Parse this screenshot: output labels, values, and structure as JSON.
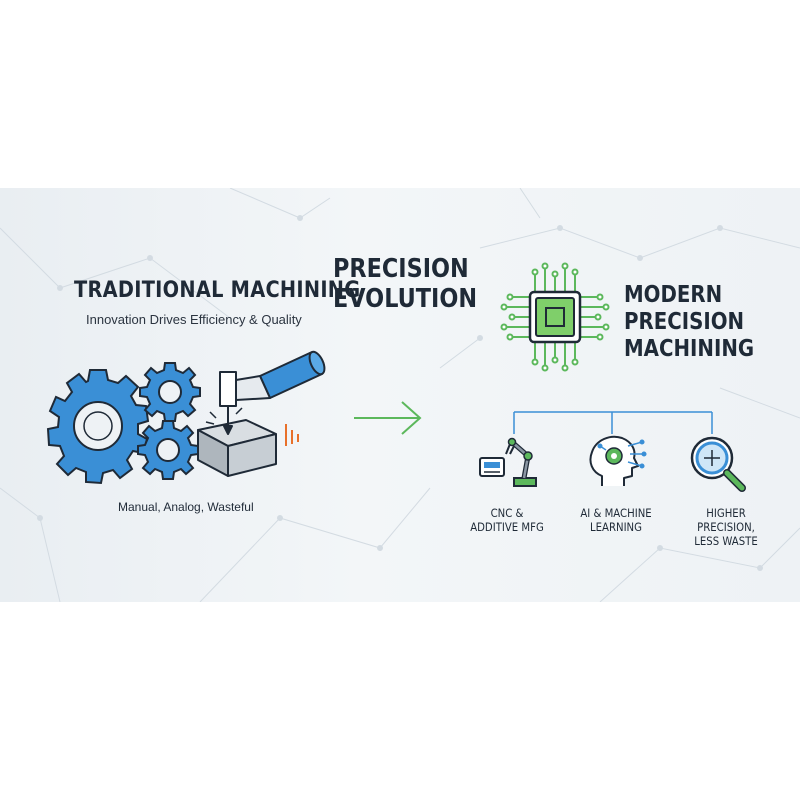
{
  "left": {
    "title": "TRADITIONAL MACHINING",
    "subtitle": "Innovation Drives Efficiency & Quality",
    "caption": "Manual, Analog, Wasteful"
  },
  "center": {
    "title_line1": "PRECISION",
    "title_line2": "EVOLUTION"
  },
  "right": {
    "title_line1": "MODERN",
    "title_line2": "PRECISION",
    "title_line3": "MACHINING",
    "features": [
      {
        "line1": "CNC &",
        "line2": "ADDITIVE MFG",
        "icon": "robot-arm-icon"
      },
      {
        "line1": "AI & MACHINE",
        "line2": "LEARNING",
        "icon": "ai-head-icon"
      },
      {
        "line1": "HIGHER PRECISION,",
        "line2": "LESS WASTE",
        "icon": "magnifier-icon"
      }
    ]
  },
  "colors": {
    "blue": "#3a8fd6",
    "green": "#5cb85c",
    "dark": "#1f2a37",
    "orange": "#e8702a"
  }
}
